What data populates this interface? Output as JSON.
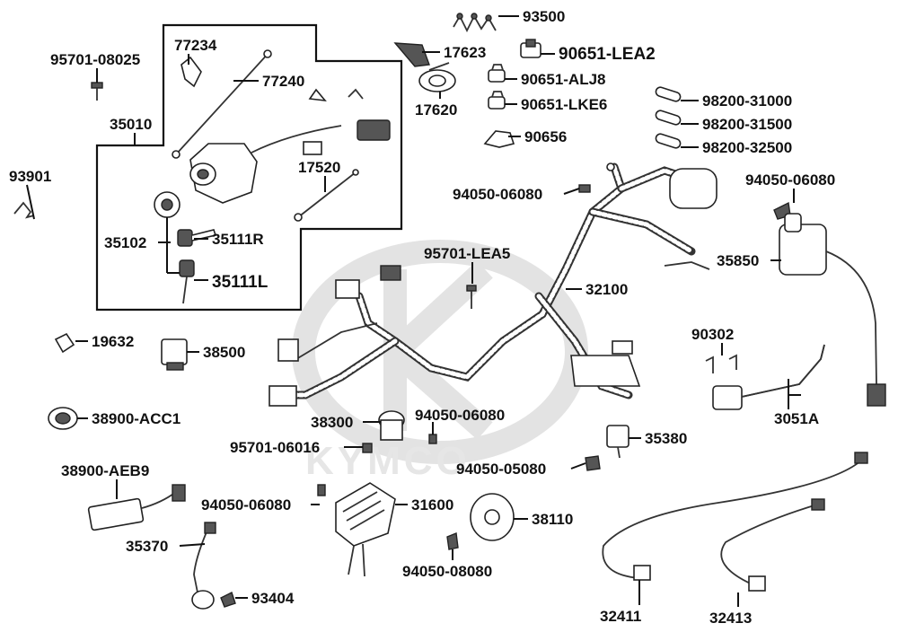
{
  "diagram": {
    "watermark": "KYMCO",
    "colors": {
      "ink": "#111111",
      "watermark": "#e3e3e3"
    },
    "labels": {
      "p93500": "93500",
      "p17623": "17623",
      "p90651_lea2": "90651-LEA2",
      "p77234": "77234",
      "p95701_08025": "95701-08025",
      "p77240": "77240",
      "p90651_alj8": "90651-ALJ8",
      "p17620": "17620",
      "p90651_lke6": "90651-LKE6",
      "p98200_31000": "98200-31000",
      "p35010": "35010",
      "p98200_31500": "98200-31500",
      "p90656": "90656",
      "p98200_32500": "98200-32500",
      "p93901": "93901",
      "p17520": "17520",
      "p94050_06080_a": "94050-06080",
      "p94050_06080_b": "94050-06080",
      "p35102": "35102",
      "p35111r": "35111R",
      "p95701_lea5": "95701-LEA5",
      "p35850": "35850",
      "p35111l": "35111L",
      "p32100": "32100",
      "p90302": "90302",
      "p19632": "19632",
      "p38500": "38500",
      "p38900_acc1": "38900-ACC1",
      "p3051a": "3051A",
      "p38300": "38300",
      "p94050_06080_c": "94050-06080",
      "p35380": "35380",
      "p95701_06016": "95701-06016",
      "p38900_aeb9": "38900-AEB9",
      "p94050_05080": "94050-05080",
      "p94050_06080_d": "94050-06080",
      "p31600": "31600",
      "p38110": "38110",
      "p35370": "35370",
      "p94050_08080": "94050-08080",
      "p93404": "93404",
      "p32411": "32411",
      "p32413": "32413"
    }
  }
}
